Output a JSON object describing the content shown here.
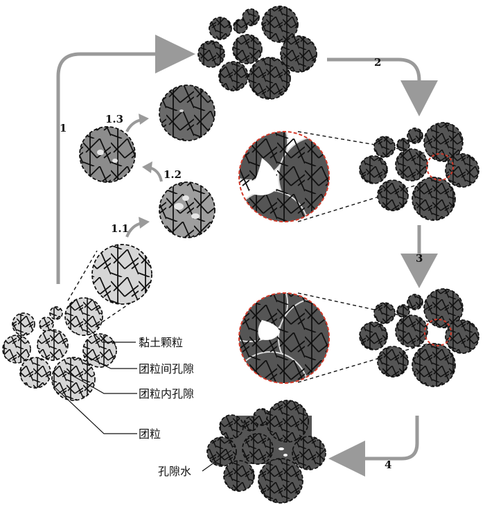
{
  "steps": {
    "s1": "1",
    "s11": "1.1",
    "s12": "1.2",
    "s13": "1.3",
    "s2": "2",
    "s3": "3",
    "s4": "4"
  },
  "legend": {
    "clay_particle": "黏土颗粒",
    "inter_aggregate_pore": "团粒间孔隙",
    "intra_aggregate_pore": "团粒内孔隙",
    "aggregate": "团粒",
    "pore_water": "孔隙水"
  },
  "colors": {
    "flow_arrow": "#9a9a9a",
    "dry_aggregate": "#d6d6d6",
    "wet_aggregate": "#555555",
    "zoom_outline": "#d23a2a",
    "crack_lines": "#111111"
  }
}
